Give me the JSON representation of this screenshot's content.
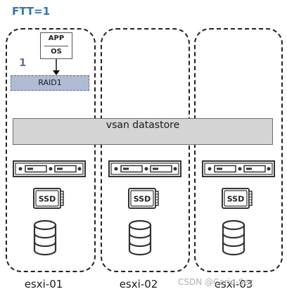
{
  "diagram": {
    "title": "FTT=1",
    "vm": {
      "app_label": "APP",
      "os_label": "OS"
    },
    "replica_index": "1",
    "raid_label": "RAID1",
    "datastore_label": "vsan datastore",
    "ssd_label": "SSD",
    "hosts": [
      {
        "label": "esxi-01"
      },
      {
        "label": "esxi-02"
      },
      {
        "label": "esxi-03"
      }
    ],
    "watermark": "CSDN @Cario-Sec"
  }
}
